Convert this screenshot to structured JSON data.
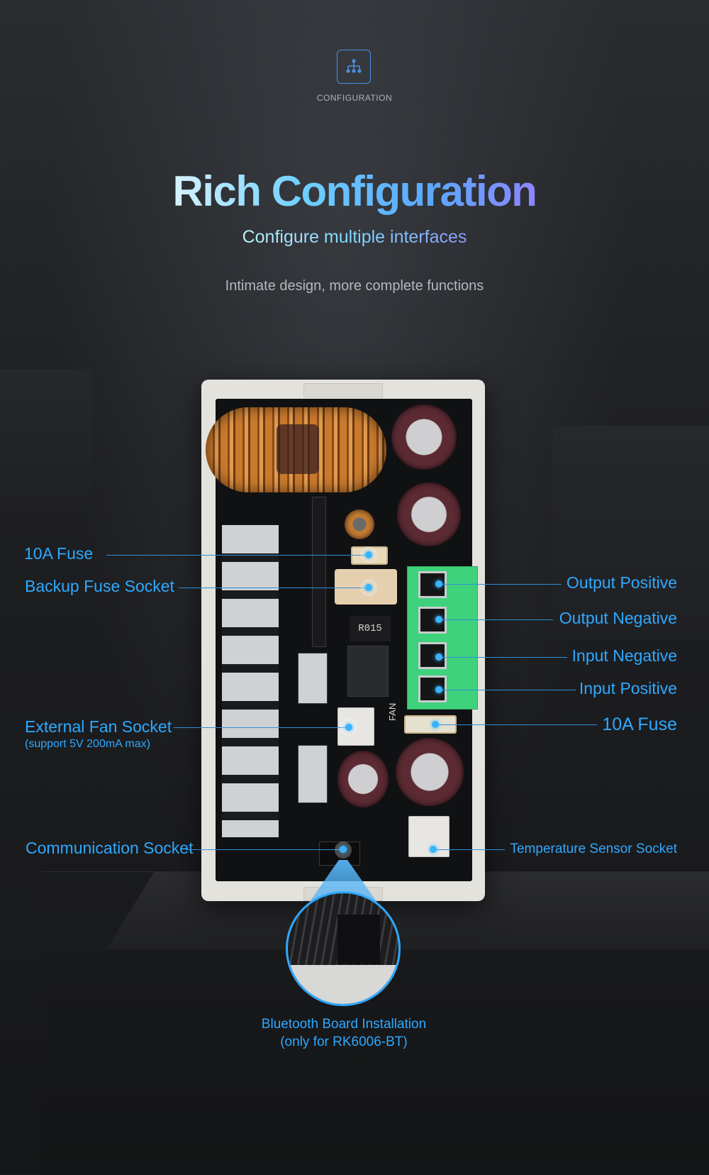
{
  "header": {
    "icon": "hierarchy-icon",
    "label": "CONFIGURATION"
  },
  "hero": {
    "title": "Rich Configuration",
    "subtitle": "Configure multiple interfaces",
    "tagline": "Intimate design, more complete functions"
  },
  "board": {
    "resistor_marking": "R015",
    "fan_marking": "FAN"
  },
  "callouts": {
    "fuse_left": "10A Fuse",
    "backup_fuse_socket": "Backup Fuse Socket",
    "external_fan_socket": "External Fan Socket",
    "external_fan_note": "(support 5V 200mA max)",
    "communication_socket": "Communication Socket",
    "output_positive": "Output Positive",
    "output_negative": "Output Negative",
    "input_negative": "Input Negative",
    "input_positive": "Input Positive",
    "fuse_right": "10A Fuse",
    "temperature_sensor_socket": "Temperature Sensor Socket"
  },
  "bluetooth": {
    "line1": "Bluetooth Board Installation",
    "line2": "(only for RK6006-BT)"
  },
  "colors": {
    "accent": "#2ea9ff",
    "terminal": "#3fd27c"
  }
}
